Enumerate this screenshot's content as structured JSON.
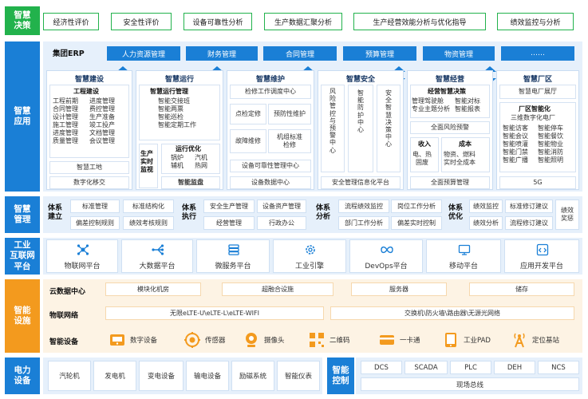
{
  "decision": {
    "label": "智慧\n决策",
    "items": [
      "经济性评价",
      "安全性评价",
      "设备可靠性分析",
      "生产数据汇聚分析",
      "生产经营效能分析与优化指导",
      "绩效监控与分析"
    ]
  },
  "application": {
    "label": "智慧\n应用",
    "erp_label": "集团ERP",
    "erp_items": [
      "人力资源管理",
      "财务管理",
      "合同管理",
      "预算管理",
      "物资管理",
      "……"
    ],
    "construction": {
      "title": "智慧建设",
      "subtitle": "工程建设",
      "left_list": "工程前期\n合同管理\n设计管理\n施工管理\n进度管理\n质量管理",
      "right_list": "进度管理\n费控管理\n生产准备\n竣工投产\n文档管理\n会议管理",
      "site": "智慧工地",
      "handover": "数字化移交"
    },
    "operation": {
      "title": "智慧运行",
      "subtitle": "智慧运行管理",
      "list": "智能交接班\n智能两票\n智能巡检\n智能定期工作",
      "live_label": "生产\n实时\n监视",
      "opt_title": "运行优化",
      "opt_left": "锅炉\n辅机",
      "opt_right": "汽机\n热网",
      "monitor": "智能监盘"
    },
    "maintenance": {
      "title": "智慧维护",
      "center": "检修工作调度中心",
      "a": "点检定修",
      "b": "预防性维护",
      "c": "故障维修",
      "d": "机组标准\n检修",
      "reliability": "设备可靠性管理中心",
      "data_center": "设备数据中心"
    },
    "safety": {
      "title": "智慧安全",
      "col1": "风\n险\n管\n控\n与\n预\n警\n中\n心",
      "col2": "智\n能\n防\n护\n中\n心",
      "col3": "安\n全\n智\n慧\n决\n策\n中\n心",
      "platform": "安全管理信息化平台"
    },
    "business": {
      "title": "智慧经营",
      "subtitle": "经营智慧决策",
      "list_left": "管理驾驶舱\n专业主题分析",
      "list_right": "智能对标\n智能报表",
      "risk": "全面风险预警",
      "income_title": "收入",
      "income": "电、热\n固废",
      "cost_title": "成本",
      "cost": "物资、燃料\n实时全成本",
      "budget": "全面预算管理"
    },
    "plant": {
      "title": "智慧厂区",
      "hall": "智慧电厂展厅",
      "sub": "厂区智能化",
      "sub2": "三维数字化电厂",
      "left": "智能访客\n智能会议\n智能喷灌\n智能门禁\n智能广播",
      "right": "智能停车\n智能餐饮\n智能物业\n智能消防\n智能照明",
      "net": "5G"
    }
  },
  "management": {
    "label": "智慧\n管理",
    "groups": [
      {
        "name": "体系\n建立",
        "items": [
          "标准管理",
          "标准结构化",
          "偏差控制规则",
          "绩效考核规则"
        ]
      },
      {
        "name": "体系\n执行",
        "items": [
          "安全生产管理",
          "设备资产管理",
          "经营管理",
          "行政办公"
        ]
      },
      {
        "name": "体系\n分析",
        "items": [
          "流程绩效监控",
          "岗位工作分析",
          "部门工作分析",
          "偏差实时控制"
        ]
      },
      {
        "name": "体系\n优化",
        "items": [
          "绩效监控",
          "标准修订建议",
          "绩效分析",
          "流程修订建议",
          "绩效\n奖惩"
        ]
      }
    ]
  },
  "platform": {
    "label": "工业\n互联网\n平台",
    "items": [
      {
        "name": "物联网平台",
        "icon": "iot-icon"
      },
      {
        "name": "大数据平台",
        "icon": "bigdata-icon"
      },
      {
        "name": "微服务平台",
        "icon": "microservice-icon"
      },
      {
        "name": "工业引擎",
        "icon": "engine-icon"
      },
      {
        "name": "DevOps平台",
        "icon": "devops-icon"
      },
      {
        "name": "移动平台",
        "icon": "mobile-icon"
      },
      {
        "name": "应用开发平台",
        "icon": "appdev-icon"
      }
    ]
  },
  "facilities": {
    "label": "智能\n设施",
    "cloud_title": "云数据中心",
    "cloud_items": [
      "模块化机房",
      "超融合设施",
      "服务器",
      "储存"
    ],
    "net_title": "物联网络",
    "net_items": [
      "无限eLTE-U\\eLTE-L\\eLTE-WIFI",
      "交换机\\防火墙\\路由器\\无源光网络"
    ],
    "device_title": "智能设备",
    "devices": [
      "数字设备",
      "传感器",
      "摄像头",
      "二维码",
      "一卡通",
      "工业PAD",
      "定位基站"
    ],
    "accent": "#f39a1e"
  },
  "power": {
    "label": "电力\n设备",
    "items": [
      "汽轮机",
      "发电机",
      "变电设备",
      "输电设备",
      "励磁系统",
      "智能仪表"
    ],
    "control_label": "智能\n控制",
    "control_items": [
      "DCS",
      "SCADA",
      "PLC",
      "DEH",
      "NCS"
    ],
    "fieldbus": "现场总线"
  },
  "colors": {
    "green": "#22b24c",
    "blue": "#1a7fd6",
    "orange": "#f39a1e"
  }
}
